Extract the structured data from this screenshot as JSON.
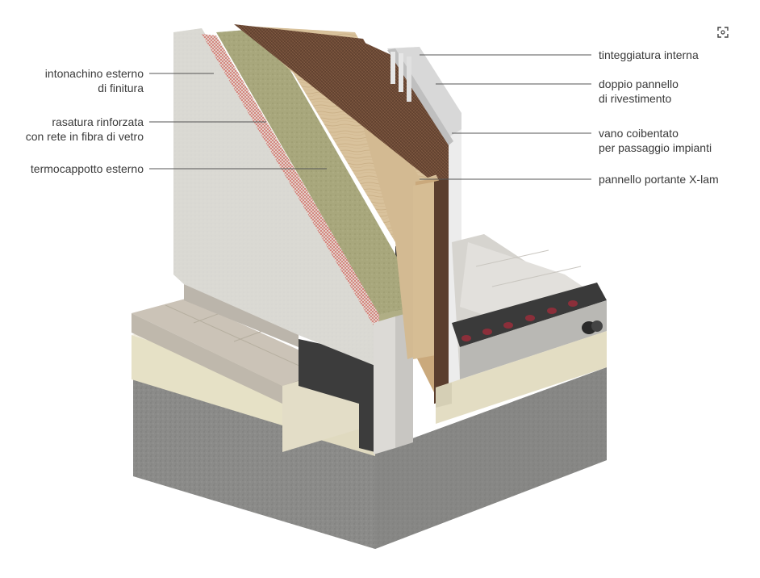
{
  "labels_left": [
    {
      "id": "intonachino",
      "lines": [
        "intonachino esterno",
        "di finitura"
      ]
    },
    {
      "id": "rasatura",
      "lines": [
        "rasatura rinforzata",
        "con rete in fibra di vetro"
      ]
    },
    {
      "id": "termocappotto",
      "lines": [
        "termocappotto esterno"
      ]
    }
  ],
  "labels_right": [
    {
      "id": "tinteggiatura",
      "lines": [
        "tinteggiatura interna"
      ]
    },
    {
      "id": "doppio",
      "lines": [
        "doppio pannello",
        "di rivestimento"
      ]
    },
    {
      "id": "vano",
      "lines": [
        "vano coibentato",
        "per passaggio impianti"
      ]
    },
    {
      "id": "xlam",
      "lines": [
        "pannello portante X-lam"
      ]
    }
  ],
  "icons": {
    "expand": "expand-icon"
  },
  "colors": {
    "plaster": "#d9d7d2",
    "mesh": "#d98c86",
    "insulation": "#a6a47a",
    "xlam": "#d8c3a0",
    "fiber": "#6b4a36",
    "concrete": "#8a8a88",
    "screed": "#ddd7b8",
    "tile": "#cfc8bc"
  }
}
